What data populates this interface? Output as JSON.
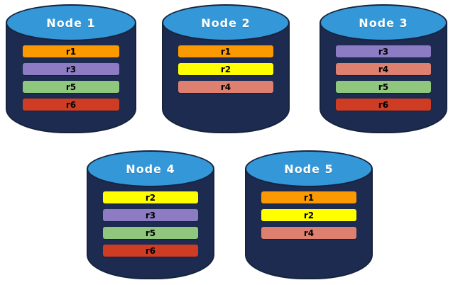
{
  "diagram": {
    "type": "database-replica-placement",
    "background_color": "#ffffff",
    "palette": {
      "cylinder_top": "#3498d8",
      "cylinder_body": "#1c2b4f",
      "cylinder_outline": "#16233f",
      "node_label_color": "#ffffff",
      "bar_label_color": "#000000"
    },
    "replica_colors": {
      "r1": "#fb9a00",
      "r2": "#ffff00",
      "r3": "#8d7cc4",
      "r4": "#de8070",
      "r5": "#8fc77e",
      "r6": "#ce3c24"
    },
    "nodes": [
      {
        "id": "node-1",
        "label": "Node  1",
        "replicas": [
          {
            "label": "r1",
            "color": "#fb9a00"
          },
          {
            "label": "r3",
            "color": "#8d7cc4"
          },
          {
            "label": "r5",
            "color": "#8fc77e"
          },
          {
            "label": "r6",
            "color": "#ce3c24"
          }
        ]
      },
      {
        "id": "node-2",
        "label": "Node  2",
        "replicas": [
          {
            "label": "r1",
            "color": "#fb9a00"
          },
          {
            "label": "r2",
            "color": "#ffff00"
          },
          {
            "label": "r4",
            "color": "#de8070"
          }
        ]
      },
      {
        "id": "node-3",
        "label": "Node  3",
        "replicas": [
          {
            "label": "r3",
            "color": "#8d7cc4"
          },
          {
            "label": "r4",
            "color": "#de8070"
          },
          {
            "label": "r5",
            "color": "#8fc77e"
          },
          {
            "label": "r6",
            "color": "#ce3c24"
          }
        ]
      },
      {
        "id": "node-4",
        "label": "Node  4",
        "replicas": [
          {
            "label": "r2",
            "color": "#ffff00"
          },
          {
            "label": "r3",
            "color": "#8d7cc4"
          },
          {
            "label": "r5",
            "color": "#8fc77e"
          },
          {
            "label": "r6",
            "color": "#ce3c24"
          }
        ]
      },
      {
        "id": "node-5",
        "label": "Node  5",
        "replicas": [
          {
            "label": "r1",
            "color": "#fb9a00"
          },
          {
            "label": "r2",
            "color": "#ffff00"
          },
          {
            "label": "r4",
            "color": "#de8070"
          }
        ]
      }
    ]
  }
}
